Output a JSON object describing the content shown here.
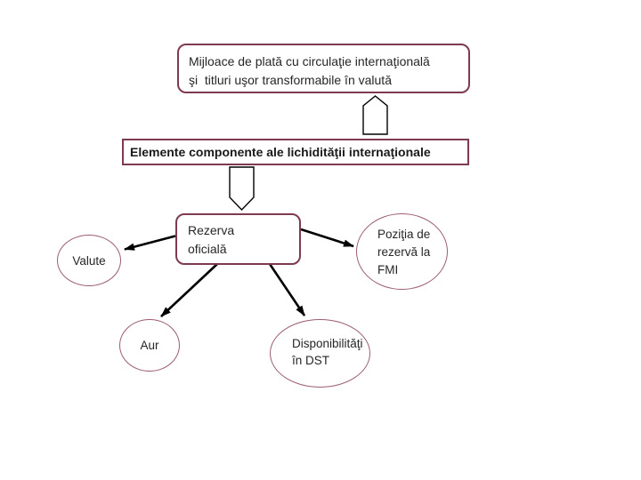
{
  "colors": {
    "background": "#ffffff",
    "box_border": "#7e3a52",
    "ellipse_border": "#9b5c74",
    "arrow": "#000000",
    "text": "#262626"
  },
  "diagram": {
    "top_box": {
      "line1": "Mijloace de plată cu circulaţie internaţională",
      "line2": "şi  titluri uşor transformabile în valută"
    },
    "heading_box": {
      "label": "Elemente componente ale lichidităţii internaţionale"
    },
    "icons": {
      "up_block_arrow": "block-arrow-up",
      "down_block_arrow": "block-arrow-down"
    },
    "center_box": {
      "line1": "Rezerva",
      "line2": "oficială"
    },
    "nodes": {
      "valute": {
        "label": "Valute"
      },
      "fmi": {
        "line1": "Poziţia de",
        "line2": "rezervă la",
        "line3": "FMI"
      },
      "aur": {
        "label": "Aur"
      },
      "dst": {
        "line1": "Disponibilităţi",
        "line2": "în DST"
      }
    }
  }
}
